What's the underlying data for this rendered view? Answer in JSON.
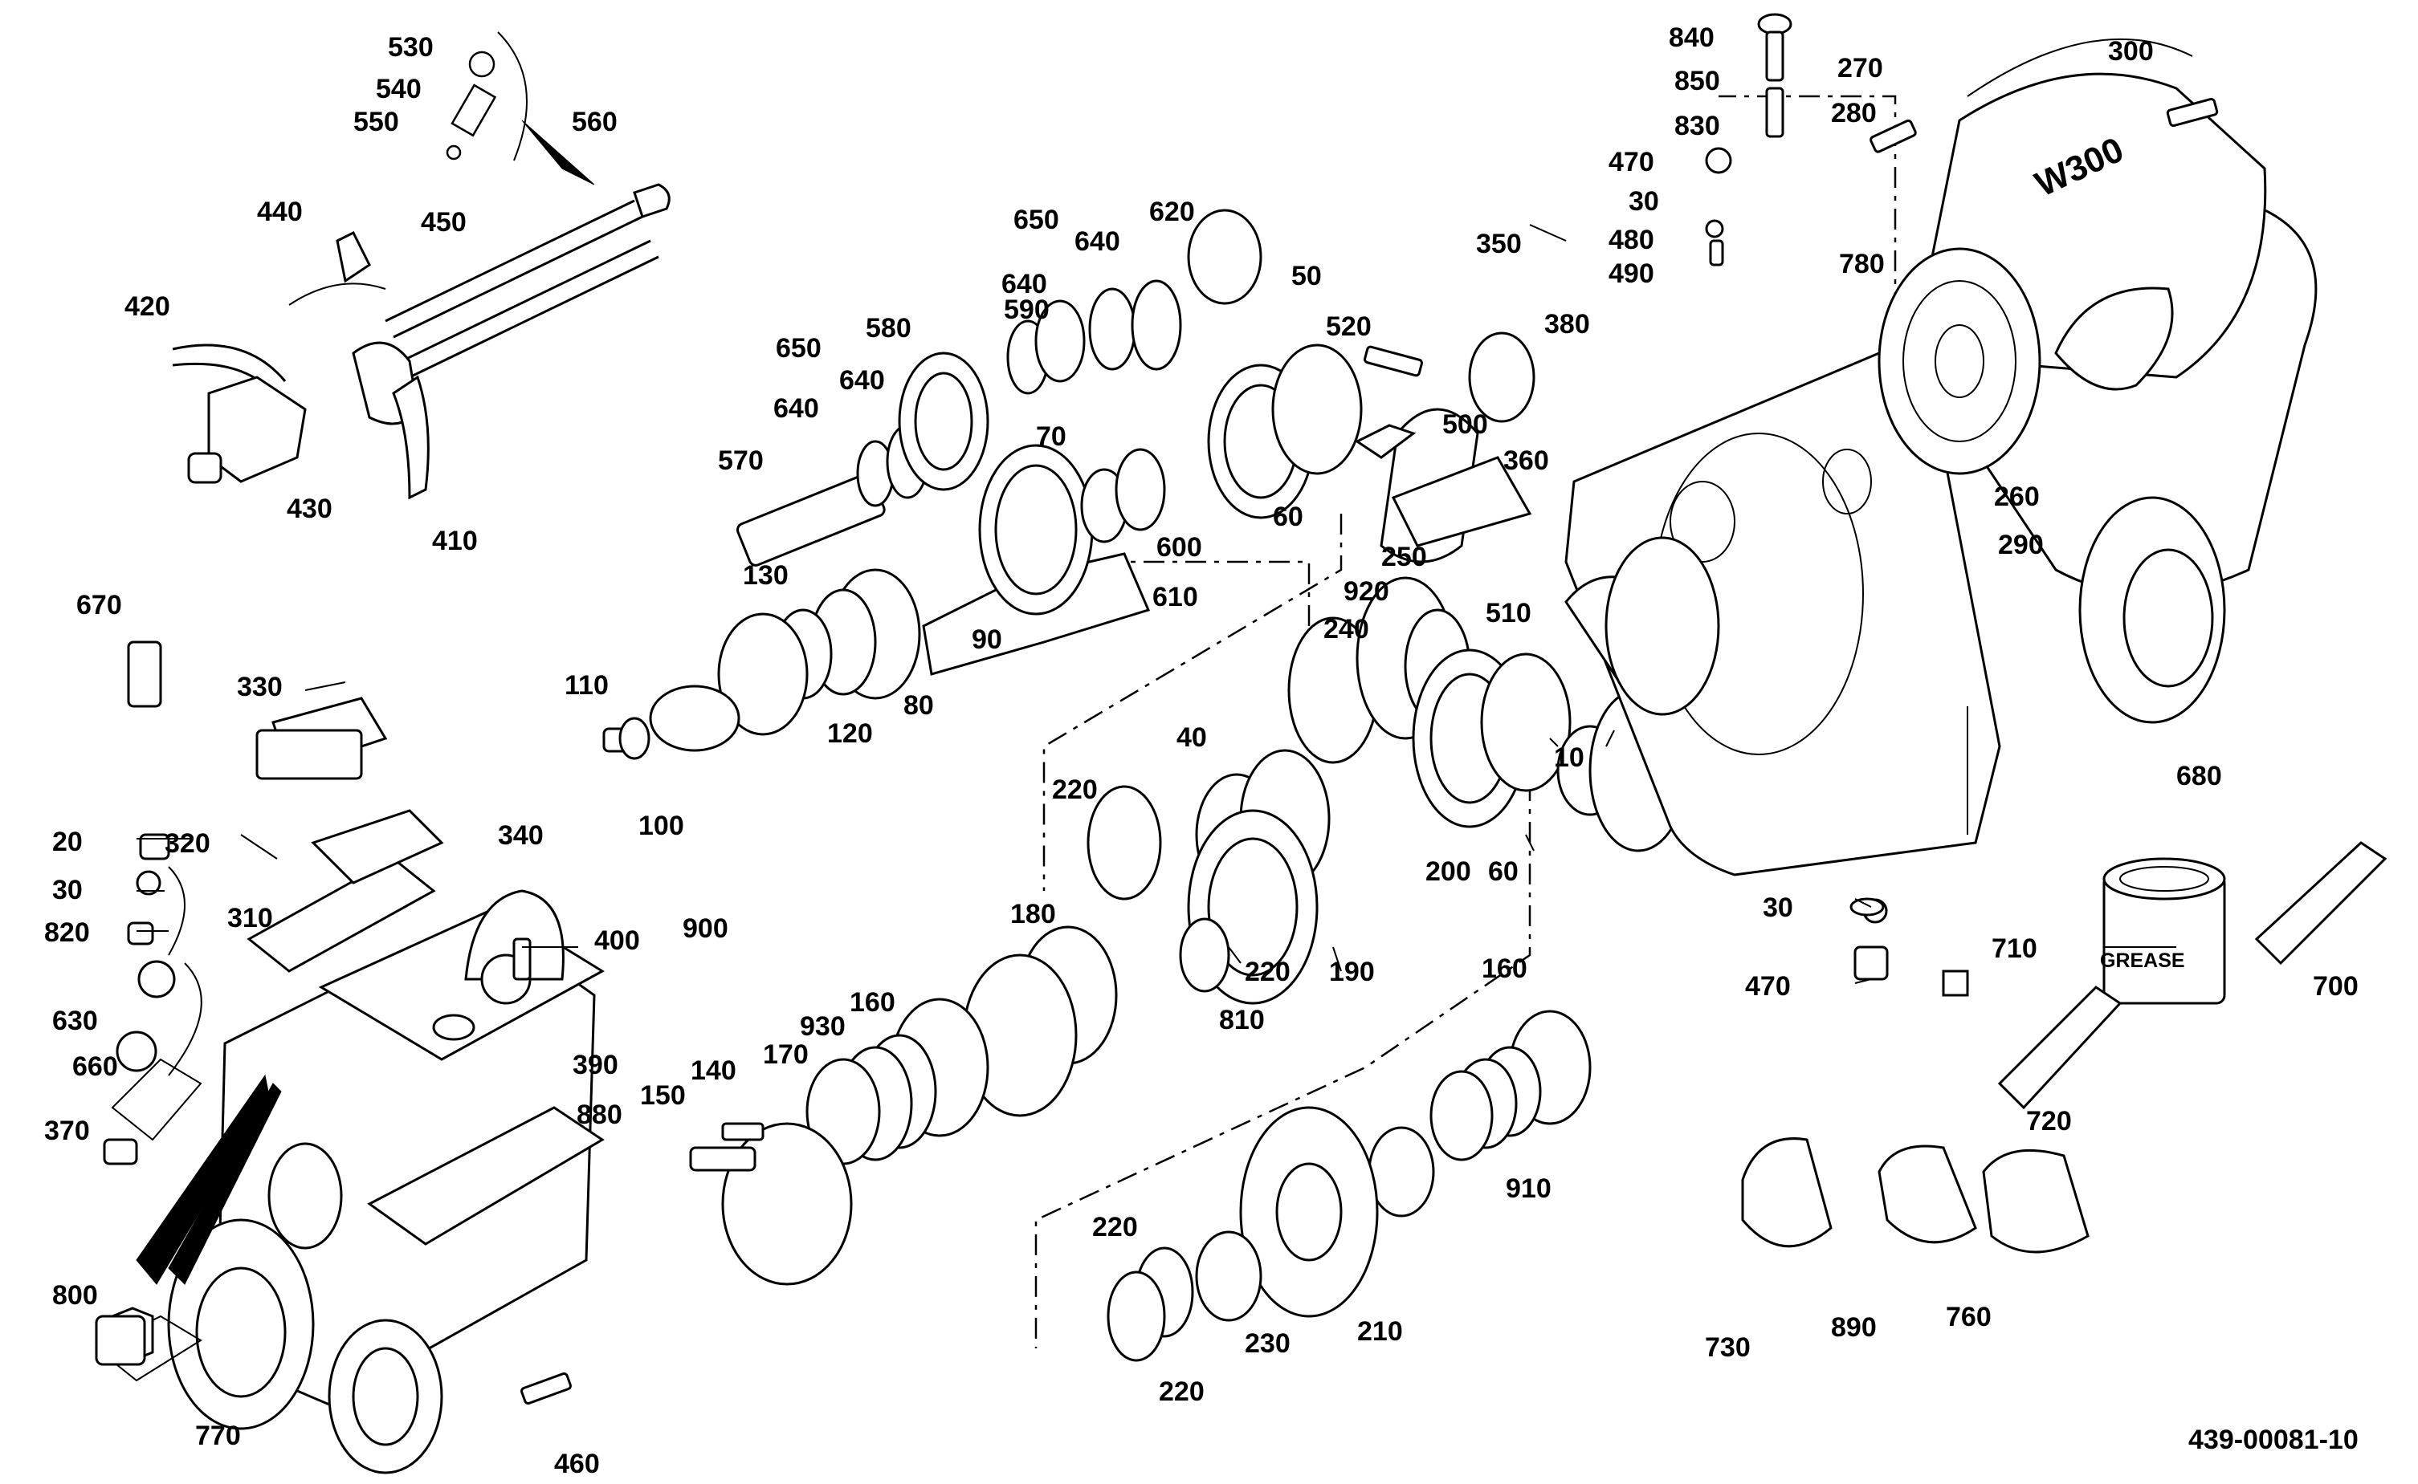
{
  "drawing": {
    "reference_number": "439-00081-10",
    "grease_can_text": "GREASE",
    "housing_mark": "W300",
    "callouts": {
      "c10": "10",
      "c20": "20",
      "c30a": "30",
      "c30b": "30",
      "c30c": "30",
      "c40": "40",
      "c50": "50",
      "c60a": "60",
      "c60b": "60",
      "c70": "70",
      "c80": "80",
      "c90": "90",
      "c100": "100",
      "c110": "110",
      "c120": "120",
      "c130": "130",
      "c140": "140",
      "c150": "150",
      "c160a": "160",
      "c160b": "160",
      "c170": "170",
      "c180": "180",
      "c190": "190",
      "c200": "200",
      "c210": "210",
      "c220a": "220",
      "c220b": "220",
      "c220c": "220",
      "c220d": "220",
      "c230": "230",
      "c240": "240",
      "c250": "250",
      "c260": "260",
      "c270": "270",
      "c280": "280",
      "c290": "290",
      "c300": "300",
      "c310": "310",
      "c320": "320",
      "c330": "330",
      "c340": "340",
      "c350": "350",
      "c360": "360",
      "c370": "370",
      "c380": "380",
      "c390": "390",
      "c400": "400",
      "c410": "410",
      "c420": "420",
      "c430": "430",
      "c440": "440",
      "c450": "450",
      "c460": "460",
      "c470a": "470",
      "c470b": "470",
      "c480": "480",
      "c490": "490",
      "c500": "500",
      "c510": "510",
      "c520": "520",
      "c530": "530",
      "c540": "540",
      "c550": "550",
      "c560": "560",
      "c570": "570",
      "c580": "580",
      "c590": "590",
      "c600": "600",
      "c610": "610",
      "c620": "620",
      "c630": "630",
      "c640a": "640",
      "c640b": "640",
      "c640c": "640",
      "c640d": "640",
      "c650a": "650",
      "c650b": "650",
      "c660": "660",
      "c670": "670",
      "c680": "680",
      "c700": "700",
      "c710": "710",
      "c720": "720",
      "c730": "730",
      "c760": "760",
      "c770": "770",
      "c780": "780",
      "c800": "800",
      "c810": "810",
      "c820": "820",
      "c830": "830",
      "c840": "840",
      "c850": "850",
      "c880": "880",
      "c890": "890",
      "c900": "900",
      "c910": "910",
      "c920": "920",
      "c930": "930"
    }
  }
}
